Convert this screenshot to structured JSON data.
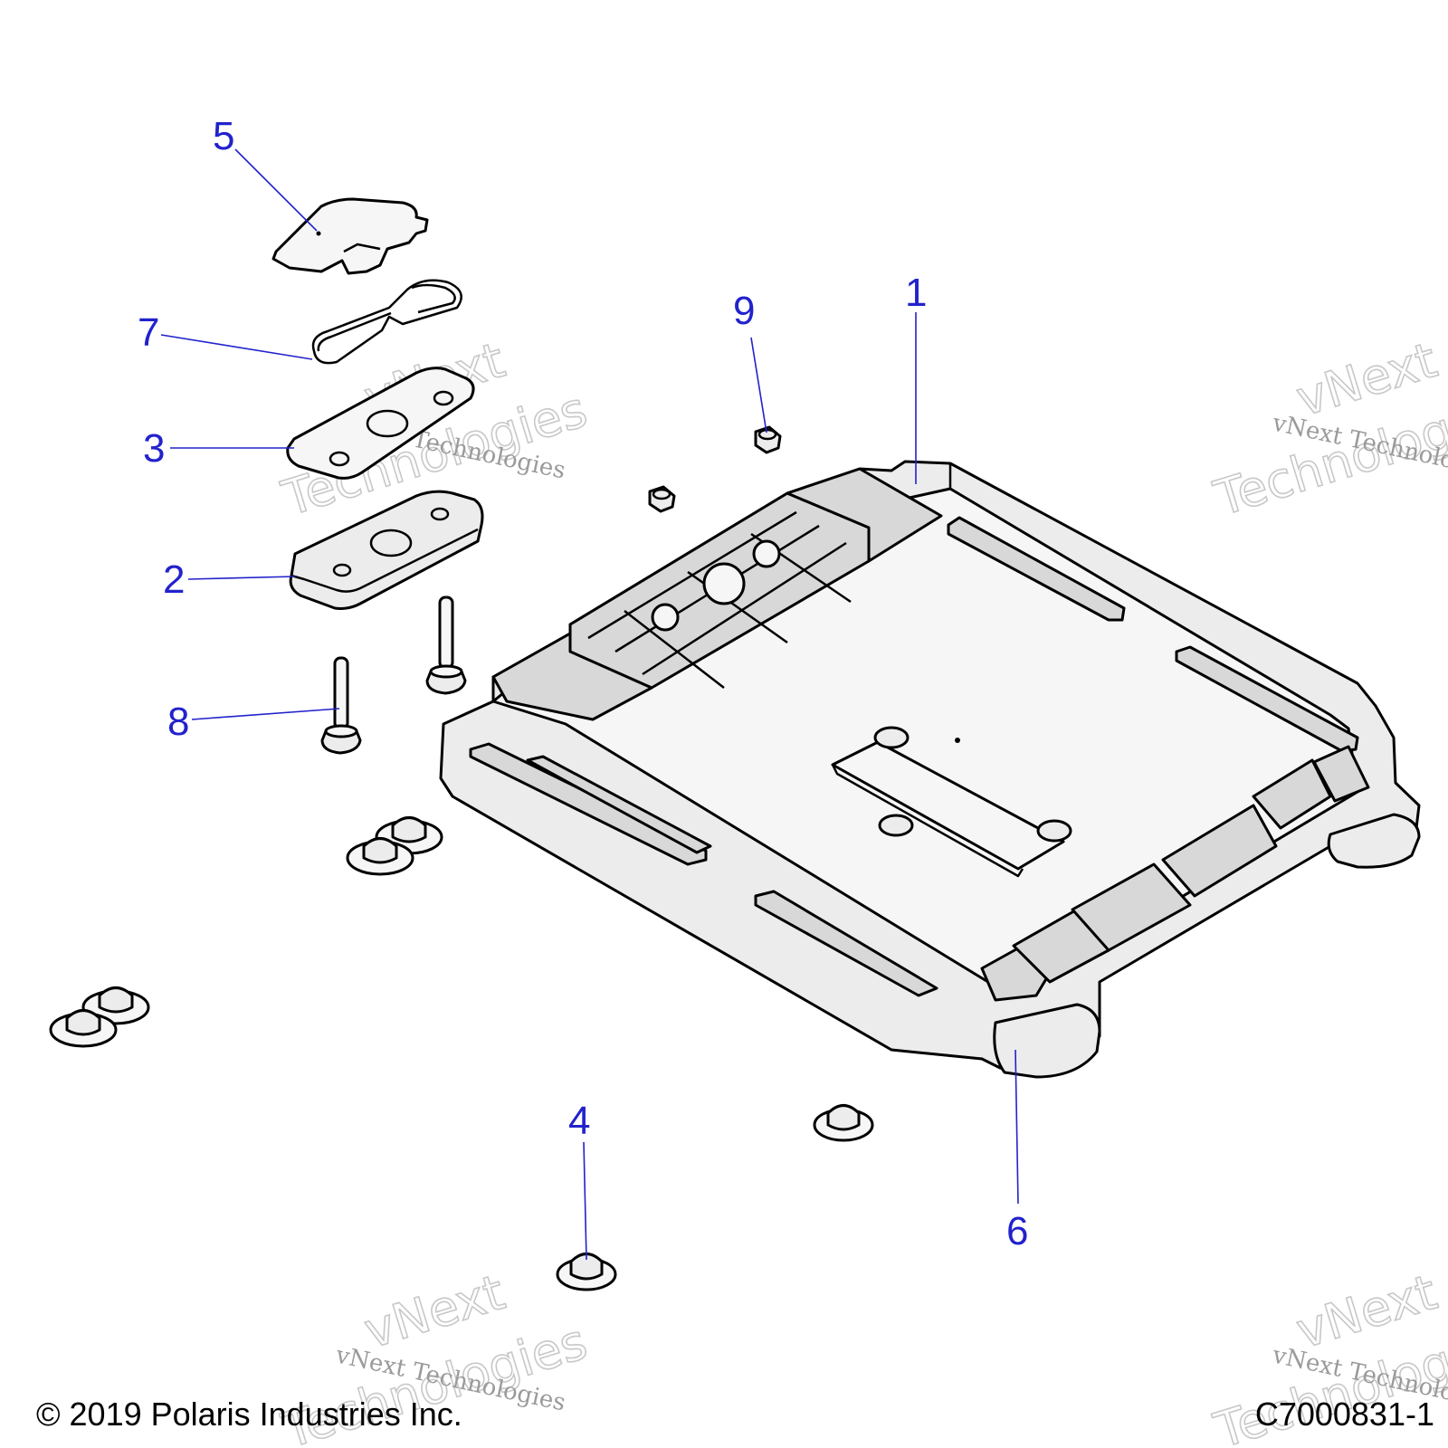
{
  "callouts": [
    {
      "id": "1",
      "label": "1"
    },
    {
      "id": "2",
      "label": "2"
    },
    {
      "id": "3",
      "label": "3"
    },
    {
      "id": "4",
      "label": "4"
    },
    {
      "id": "5",
      "label": "5"
    },
    {
      "id": "6",
      "label": "6"
    },
    {
      "id": "7",
      "label": "7"
    },
    {
      "id": "8",
      "label": "8"
    },
    {
      "id": "9",
      "label": "9"
    }
  ],
  "watermark": {
    "small": "vNext Technologies",
    "big_line1": "vNext",
    "big_line2": "Technologies"
  },
  "footer": {
    "copyright": "© 2019 Polaris Industries Inc.",
    "drawing_number": "C7000831-1"
  },
  "colors": {
    "callout": "#2222cc",
    "part_fill": "#ececec",
    "outline": "#000000"
  }
}
